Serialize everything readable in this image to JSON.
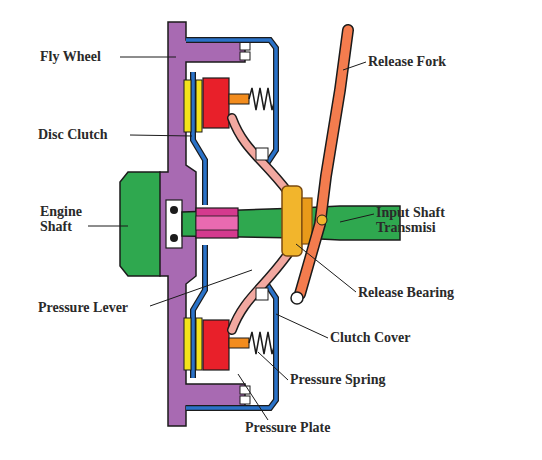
{
  "diagram": {
    "labels": [
      "Fly Wheel",
      "Release Fork",
      "Disc Clutch",
      "Engine Shaft",
      "Input Shaft Transmisi",
      "Pressure Lever",
      "Release Bearing",
      "Clutch Cover",
      "Pressure Spring",
      "Pressure Plate"
    ]
  }
}
